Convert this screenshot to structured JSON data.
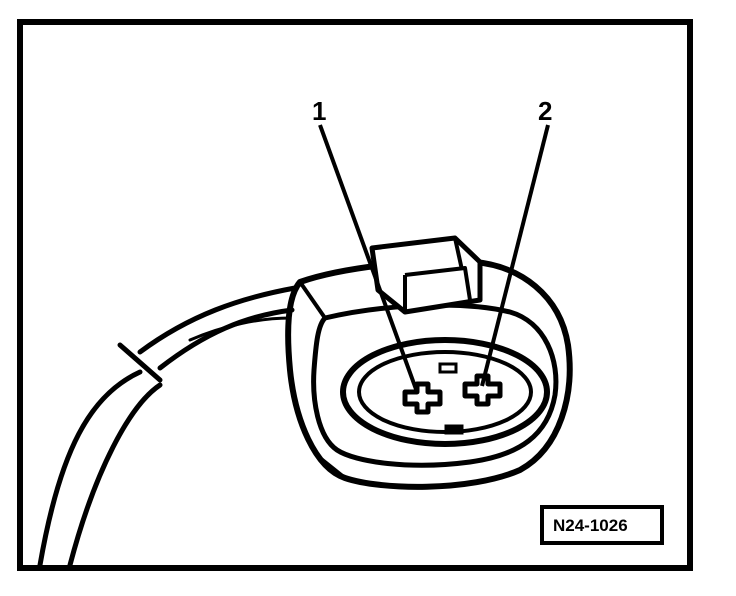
{
  "diagram": {
    "callouts": [
      {
        "id": "1",
        "label": "1"
      },
      {
        "id": "2",
        "label": "2"
      }
    ],
    "reference_code": "N24-1026",
    "colors": {
      "line": "#000000",
      "background": "#ffffff"
    }
  }
}
